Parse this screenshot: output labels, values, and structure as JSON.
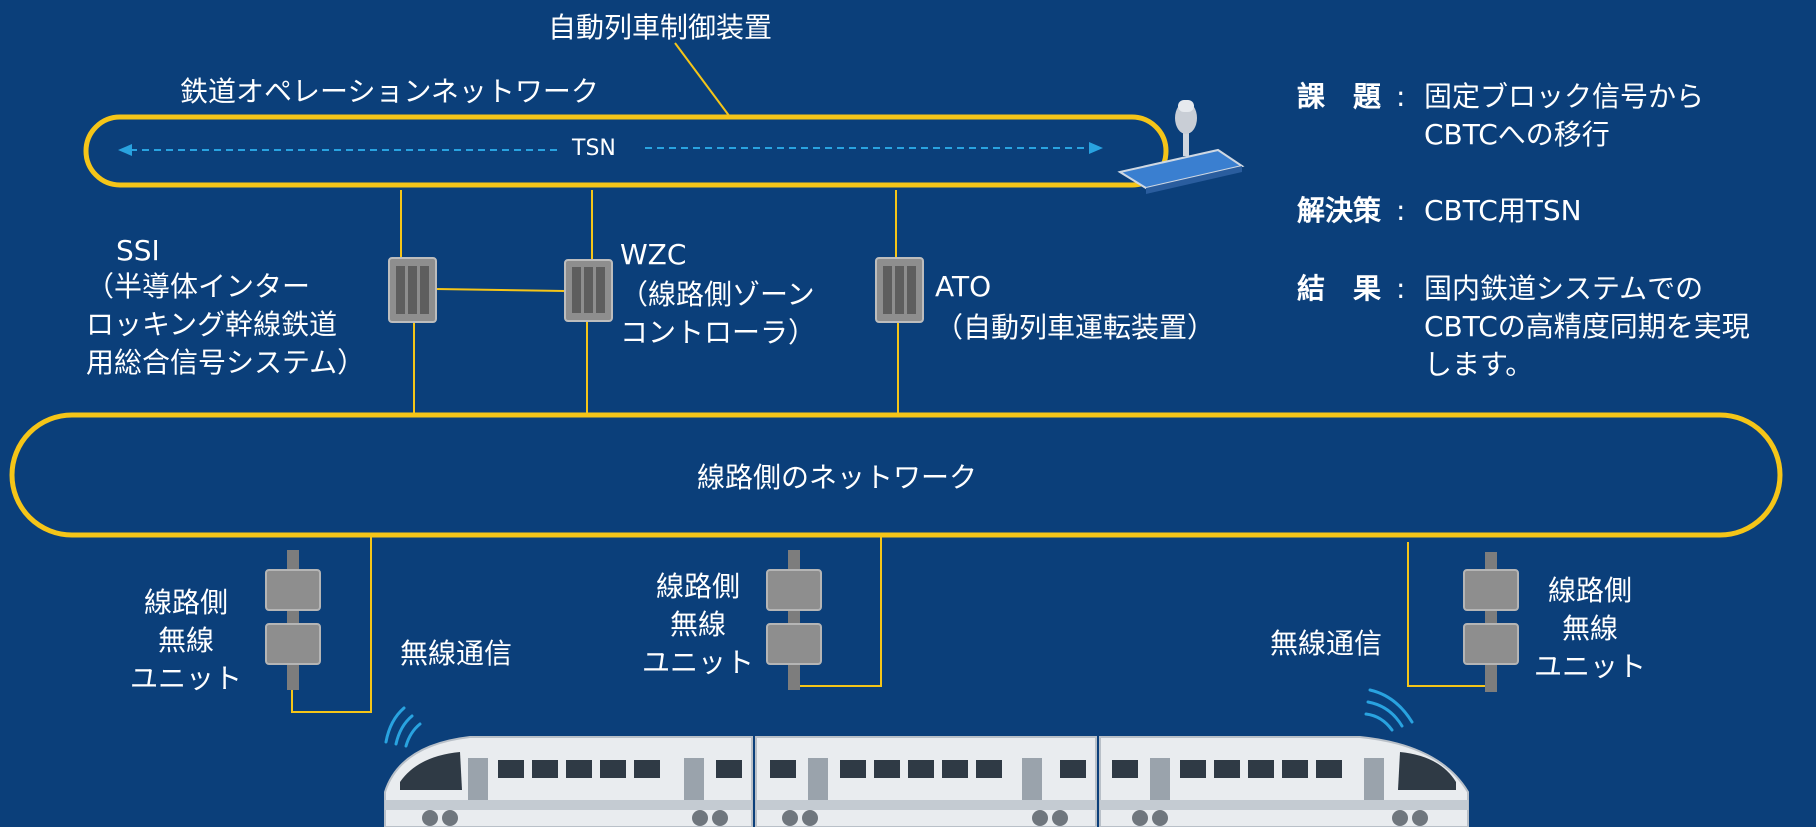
{
  "title": "自動列車制御装置",
  "ops_network": {
    "label": "鉄道オペレーションネットワーク",
    "tsn_label": "TSN"
  },
  "devices": [
    {
      "name": "SSI",
      "desc": "（半導体インター\nロッキング幹線鉄道\n用総合信号システム）"
    },
    {
      "name": "WZC",
      "desc": "（線路側ゾーン\nコントローラ）"
    },
    {
      "name": "ATO",
      "desc": "（自動列車運転装置）"
    }
  ],
  "trackside_network": {
    "label": "線路側のネットワーク"
  },
  "radio_units": [
    {
      "label": "線路側\n無線\nユニット"
    },
    {
      "label": "線路側\n無線\nユニット"
    },
    {
      "label": "線路側\n無線\nユニット"
    }
  ],
  "wireless_labels": [
    "無線通信",
    "無線通信"
  ],
  "info": [
    {
      "label": "課　題",
      "value": "固定ブロック信号から\nCBTCへの移行"
    },
    {
      "label": "解決策",
      "value": "CBTC用TSN"
    },
    {
      "label": "結　果",
      "value": "国内鉄道システムでの\nCBTCの高精度同期を実現\nします。"
    }
  ],
  "colors": {
    "background": "#0b3f7a",
    "ring": "#f5c518",
    "arrow": "#29a3e0",
    "device": "#8e8e8e",
    "text": "#ffffff"
  }
}
